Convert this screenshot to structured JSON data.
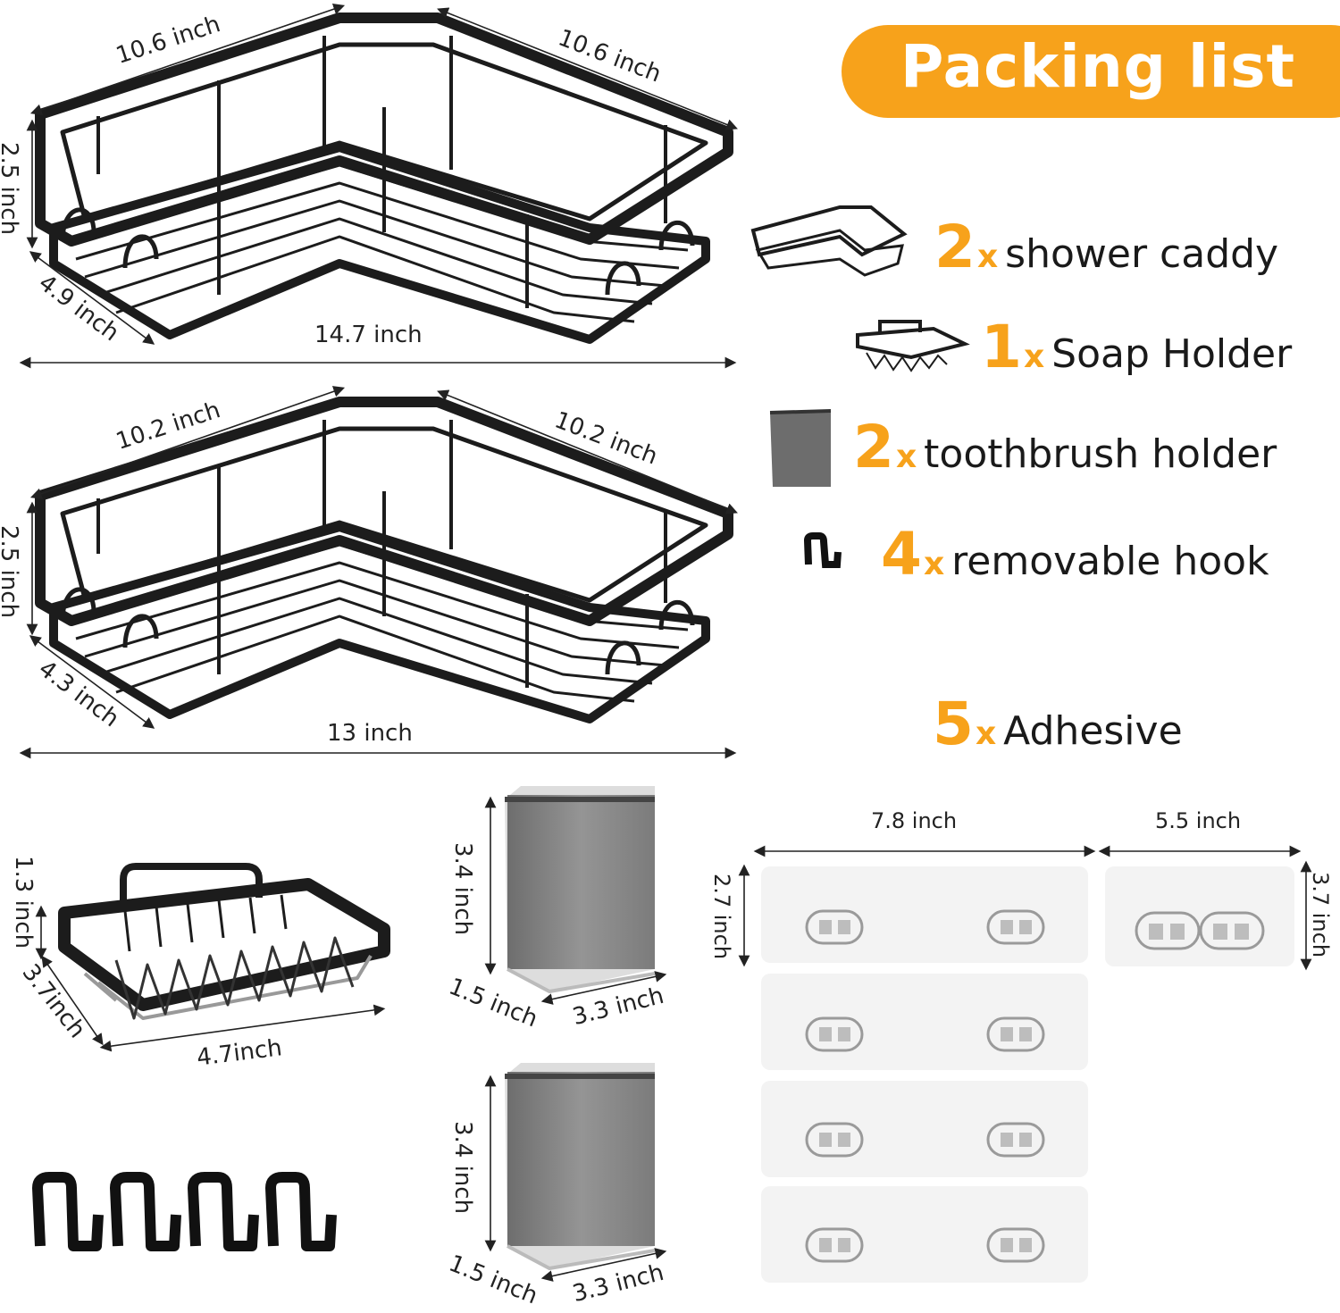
{
  "title": "Packing list",
  "accent_color": "#f7a21b",
  "items": [
    {
      "qty": "2",
      "x": "x",
      "label": "shower caddy",
      "icon": "shower-caddy-icon"
    },
    {
      "qty": "1",
      "x": "x",
      "label": "Soap Holder",
      "icon": "soap-holder-icon"
    },
    {
      "qty": "2",
      "x": "x",
      "label": "toothbrush holder",
      "icon": "toothbrush-holder-icon"
    },
    {
      "qty": "4",
      "x": "x",
      "label": "removable hook",
      "icon": "hook-icon"
    },
    {
      "qty": "5",
      "x": "x",
      "label": "Adhesive",
      "icon": ""
    }
  ],
  "caddy_large": {
    "left_edge": "10.6 inch",
    "right_edge": "10.6 inch",
    "height": "2.5 inch",
    "depth": "4.9 inch",
    "width": "14.7 inch"
  },
  "caddy_small": {
    "left_edge": "10.2 inch",
    "right_edge": "10.2 inch",
    "height": "2.5 inch",
    "depth": "4.3 inch",
    "width": "13 inch"
  },
  "soap_holder": {
    "height": "1.3 inch",
    "depth": "3.7inch",
    "width": "4.7inch"
  },
  "toothbrush_holder_1": {
    "height": "3.4 inch",
    "depth": "1.5 inch",
    "width": "3.3 inch"
  },
  "toothbrush_holder_2": {
    "height": "3.4 inch",
    "depth": "1.5 inch",
    "width": "3.3 inch"
  },
  "adhesive_long": {
    "width": "7.8 inch",
    "height": "2.7 inch"
  },
  "adhesive_short": {
    "width": "5.5 inch",
    "height": "3.7 inch"
  }
}
